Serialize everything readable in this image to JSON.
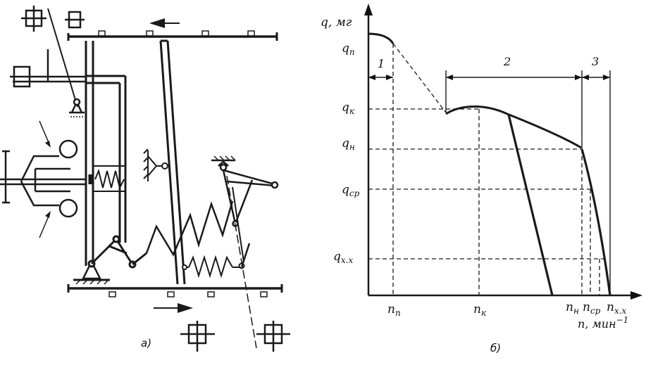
{
  "left_figure": {
    "caption": "а)"
  },
  "right_figure": {
    "caption": "б)",
    "y_axis_label": "q, мг",
    "x_axis_label": "n, мин",
    "x_axis_exponent": "−1",
    "y_levels": [
      {
        "main": "q",
        "sub": "п"
      },
      {
        "main": "q",
        "sub": "к"
      },
      {
        "main": "q",
        "sub": "н"
      },
      {
        "main": "q",
        "sub": "ср"
      },
      {
        "main": "q",
        "sub": "х.х"
      }
    ],
    "x_levels": [
      {
        "main": "n",
        "sub": "п"
      },
      {
        "main": "n",
        "sub": "к"
      },
      {
        "main": "n",
        "sub": "н"
      },
      {
        "main": "n",
        "sub": "ср"
      },
      {
        "main": "n",
        "sub": "х.х"
      }
    ],
    "zones": [
      "1",
      "2",
      "3"
    ]
  }
}
